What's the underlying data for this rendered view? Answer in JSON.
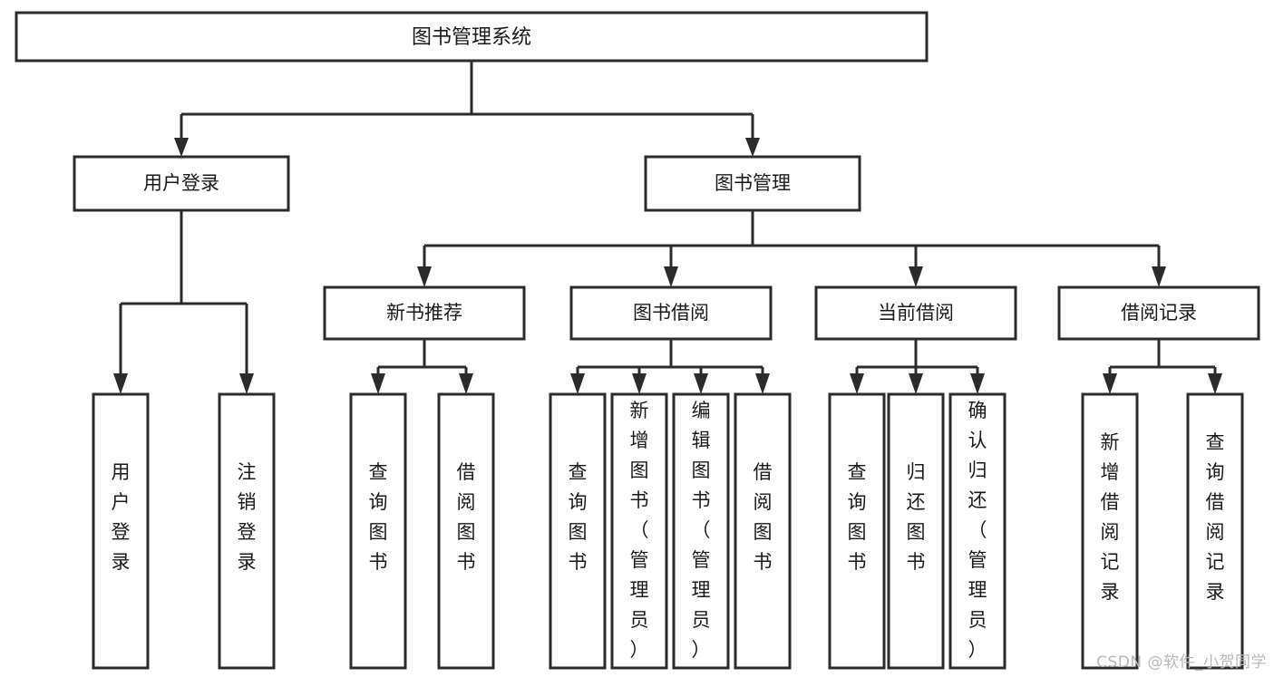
{
  "diagram": {
    "type": "tree-hierarchy-chart",
    "title": "图书管理系统",
    "watermark": "CSDN @软件_小贺同学",
    "colors": {
      "stroke": "#2b2b2b",
      "fill": "#ffffff",
      "text": "#1a1a1a",
      "watermark": "#b8b8b8",
      "background": "#ffffff"
    },
    "levels": {
      "root_label": "图书管理系统",
      "level2": [
        {
          "id": "user-login",
          "label": "用户登录"
        },
        {
          "id": "book-management",
          "label": "图书管理"
        }
      ],
      "level3": [
        {
          "id": "new-book-recommend",
          "label": "新书推荐",
          "parent": "book-management"
        },
        {
          "id": "book-borrow",
          "label": "图书借阅",
          "parent": "book-management"
        },
        {
          "id": "current-borrow",
          "label": "当前借阅",
          "parent": "book-management"
        },
        {
          "id": "borrow-record",
          "label": "借阅记录",
          "parent": "book-management"
        }
      ],
      "leaves": [
        {
          "id": "leaf-user-login",
          "label": "用户登录",
          "parent": "user-login"
        },
        {
          "id": "leaf-logout-login",
          "label": "注销登录",
          "parent": "user-login"
        },
        {
          "id": "leaf-query-book-1",
          "label": "查询图书",
          "parent": "new-book-recommend"
        },
        {
          "id": "leaf-borrow-book-1",
          "label": "借阅图书",
          "parent": "new-book-recommend"
        },
        {
          "id": "leaf-query-book-2",
          "label": "查询图书",
          "parent": "book-borrow"
        },
        {
          "id": "leaf-add-book",
          "label": "新增图书（管理员）",
          "parent": "book-borrow"
        },
        {
          "id": "leaf-edit-book",
          "label": "编辑图书（管理员）",
          "parent": "book-borrow"
        },
        {
          "id": "leaf-borrow-book-2",
          "label": "借阅图书",
          "parent": "book-borrow"
        },
        {
          "id": "leaf-query-book-3",
          "label": "查询图书",
          "parent": "current-borrow"
        },
        {
          "id": "leaf-return-book",
          "label": "归还图书",
          "parent": "current-borrow"
        },
        {
          "id": "leaf-confirm-return",
          "label": "确认归还（管理员）",
          "parent": "current-borrow"
        },
        {
          "id": "leaf-add-record",
          "label": "新增借阅记录",
          "parent": "borrow-record"
        },
        {
          "id": "leaf-query-record",
          "label": "查询借阅记录",
          "parent": "borrow-record"
        }
      ]
    }
  }
}
